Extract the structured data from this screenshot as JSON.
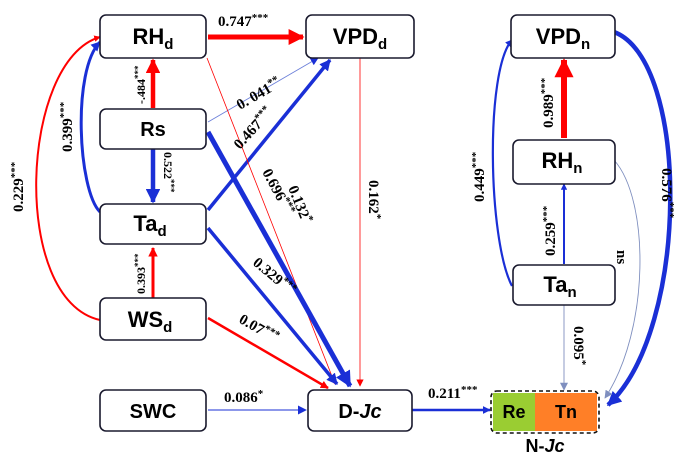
{
  "colors": {
    "positive": "#ff0000",
    "negative": "#1a2fd6",
    "re_fill": "#9acd32",
    "tn_fill": "#ff7f27"
  },
  "nodes": {
    "rh_d": {
      "main": "RH",
      "sub": "d"
    },
    "vpd_d": {
      "main": "VPD",
      "sub": "d"
    },
    "rs": {
      "main": "Rs",
      "sub": ""
    },
    "ta_d": {
      "main": "Ta",
      "sub": "d"
    },
    "ws_d": {
      "main": "WS",
      "sub": "d"
    },
    "swc": {
      "main": "SWC",
      "sub": ""
    },
    "d_jc": {
      "main": "D-",
      "ital": "Jc"
    },
    "vpd_n": {
      "main": "VPD",
      "sub": "n"
    },
    "rh_n": {
      "main": "RH",
      "sub": "n"
    },
    "ta_n": {
      "main": "Ta",
      "sub": "n"
    },
    "re": {
      "main": "Re"
    },
    "tn": {
      "main": "Tn"
    },
    "n_jc": {
      "main": "N-",
      "ital": "Jc"
    }
  },
  "paths": {
    "rhd_vpdd": {
      "value": "0.747",
      "sig": "***"
    },
    "rs_rhd": {
      "value": "-.484",
      "sig": "***"
    },
    "rs_vpdd": {
      "value": "0. 041",
      "sig": "**"
    },
    "tad_vpdd": {
      "value": "0.467",
      "sig": "***"
    },
    "rs_djc": {
      "value": "0.696",
      "sig": "***"
    },
    "rhd_djc": {
      "value": "0.132",
      "sig": "*"
    },
    "vpdd_djc": {
      "value": "0.162",
      "sig": "*"
    },
    "rs_tad": {
      "value": "0.522",
      "sig": "***"
    },
    "tad_rhd": {
      "value": "0.399",
      "sig": "***"
    },
    "wsd_rhd": {
      "value": "0.229",
      "sig": "***"
    },
    "wsd_tad": {
      "value": "0.393",
      "sig": "***"
    },
    "tad_djc": {
      "value": "0.329",
      "sig": "***"
    },
    "wsd_djc": {
      "value": "0.07",
      "sig": "***"
    },
    "swc_djc": {
      "value": "0.086",
      "sig": "*"
    },
    "djc_njc": {
      "value": "0.211",
      "sig": "***"
    },
    "rhn_vpdn": {
      "value": "0.989",
      "sig": "***"
    },
    "tan_vpdn": {
      "value": "0.449",
      "sig": "***"
    },
    "tan_rhn": {
      "value": "0.259",
      "sig": "***"
    },
    "vpdn_njc": {
      "value": "0.576",
      "sig": "***"
    },
    "rhn_njc": {
      "value": "ns",
      "sig": ""
    },
    "tan_njc": {
      "value": "0.095",
      "sig": "*"
    }
  }
}
